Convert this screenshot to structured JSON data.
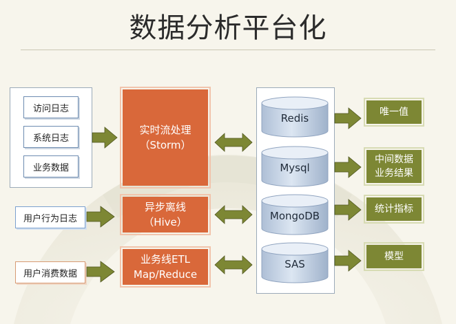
{
  "title": "数据分析平台化",
  "sources": {
    "group": [
      "访问日志",
      "系统日志",
      "业务数据"
    ],
    "user_behavior": "用户行为日志",
    "user_consumption": "用户消费数据"
  },
  "processing": {
    "realtime": {
      "line1": "实时流处理",
      "line2": "（Storm）"
    },
    "offline": {
      "line1": "异步离线",
      "line2": "（Hive）"
    },
    "etl": {
      "line1": "业务线ETL",
      "line2": "Map/Reduce"
    }
  },
  "storage": [
    "Redis",
    "Mysql",
    "MongoDB",
    "SAS"
  ],
  "outputs": [
    {
      "line1": "唯一值",
      "line2": ""
    },
    {
      "line1": "中间数据",
      "line2": "业务结果"
    },
    {
      "line1": "统计指标",
      "line2": ""
    },
    {
      "line1": "模型",
      "line2": ""
    }
  ],
  "colors": {
    "process": "#d9683a",
    "output": "#7d8734",
    "arrow": "#7d8734",
    "cylinder": "#c9d6e6"
  }
}
